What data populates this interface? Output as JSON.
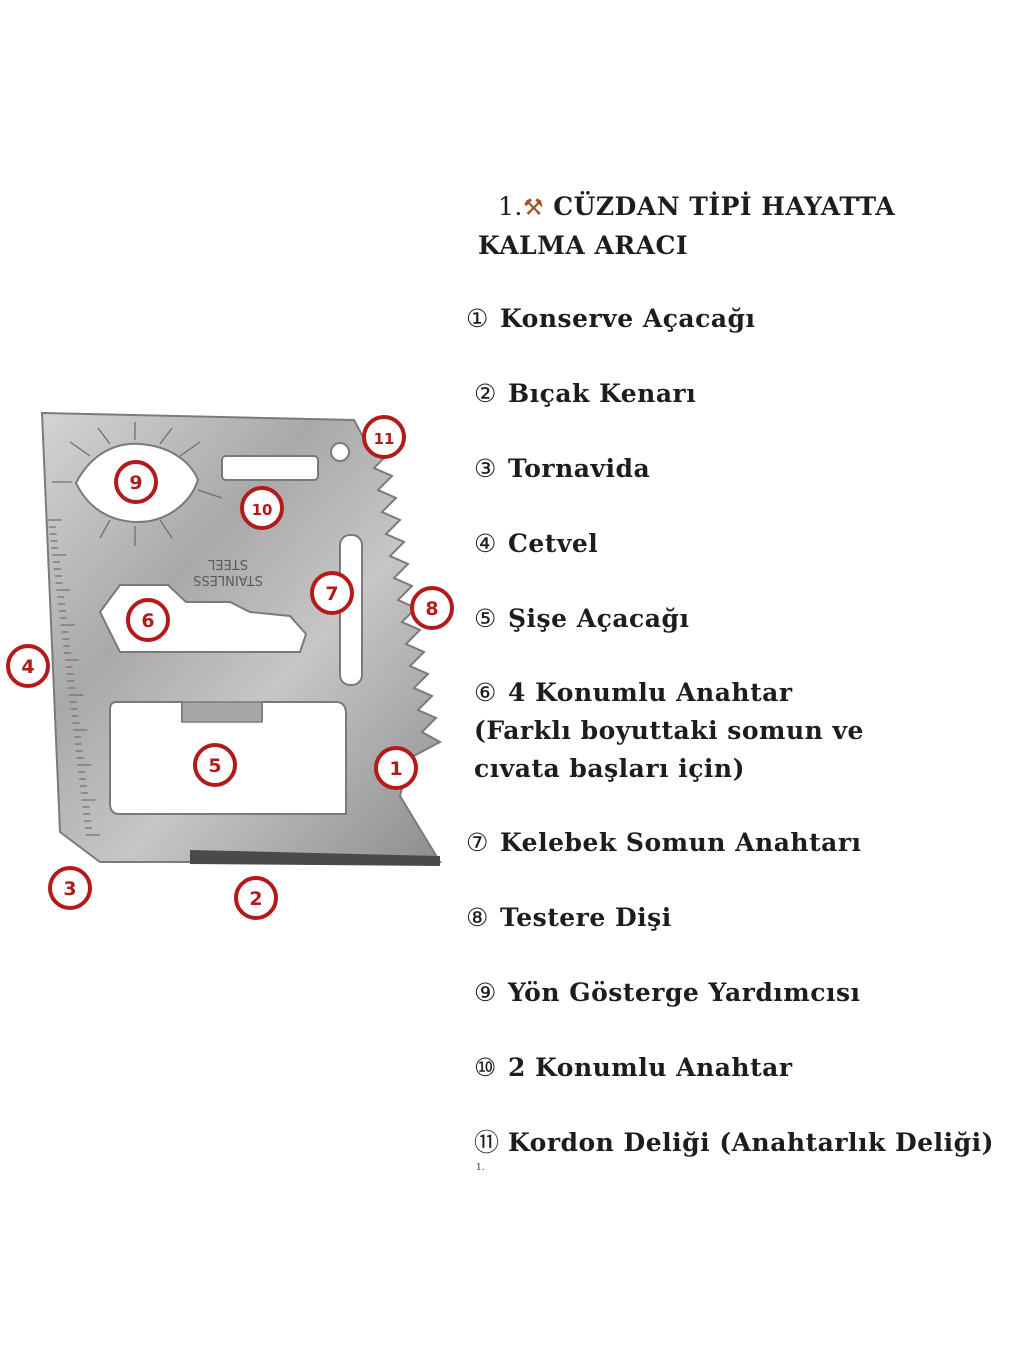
{
  "title": {
    "number": "1.",
    "icon": "hammer-wrench-icon",
    "line1": "CÜZDAN TİPİ HAYATTA",
    "line2": "KALMA ARACI"
  },
  "items": [
    {
      "marker": "①",
      "lines": [
        "Konserve Açacağı"
      ]
    },
    {
      "marker": "②",
      "lines": [
        "Bıçak Kenarı"
      ]
    },
    {
      "marker": "③",
      "lines": [
        "Tornavida"
      ]
    },
    {
      "marker": "④",
      "lines": [
        "Cetvel"
      ]
    },
    {
      "marker": "⑤",
      "lines": [
        "Şişe Açacağı"
      ]
    },
    {
      "marker": "⑥",
      "lines": [
        "4 Konumlu Anahtar",
        "(Farklı boyuttaki somun ve",
        "cıvata başları için)"
      ]
    },
    {
      "marker": "⑦",
      "lines": [
        "Kelebek Somun Anahtarı"
      ]
    },
    {
      "marker": "⑧",
      "lines": [
        "Testere Dişi"
      ]
    },
    {
      "marker": "⑨",
      "lines": [
        "Yön Gösterge Yardımcısı"
      ]
    },
    {
      "marker": "⑩",
      "lines": [
        "2 Konumlu Anahtar"
      ]
    },
    {
      "marker": "⑪",
      "lines": [
        "Kordon Deliği (Anahtarlık Deliği)"
      ]
    }
  ],
  "footnote": "1.",
  "card": {
    "engraving_line1": "STAINLESS",
    "engraving_line2": "STEEL",
    "callouts": [
      "1",
      "2",
      "3",
      "4",
      "5",
      "6",
      "7",
      "8",
      "9",
      "10",
      "11"
    ],
    "callout_color": "#b31b1b",
    "steel_color": "#b9b9b9"
  }
}
